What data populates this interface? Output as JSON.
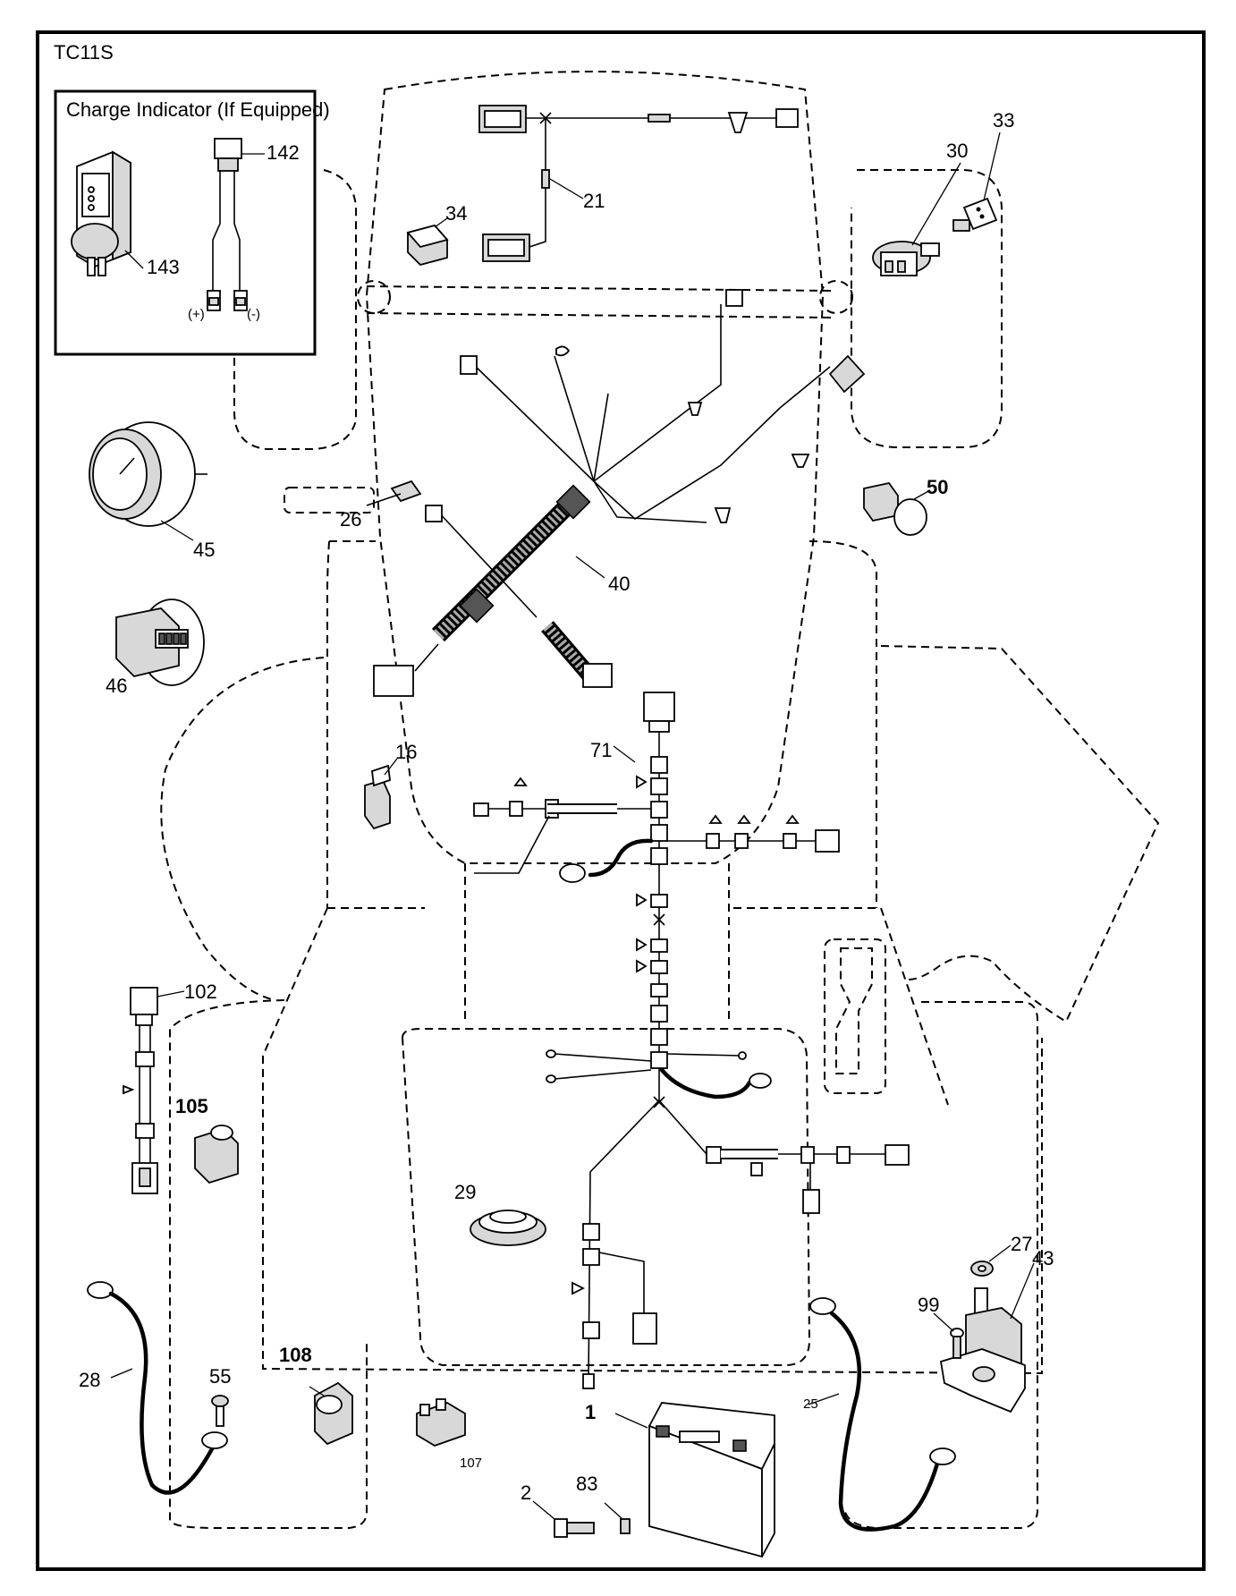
{
  "model_code": "TC11S",
  "inset": {
    "title": "Charge Indicator (If Equipped)",
    "polarity_plus": "(+)",
    "polarity_minus": "(-)"
  },
  "callouts": {
    "c142": "142",
    "c143": "143",
    "c21": "21",
    "c34": "34",
    "c30": "30",
    "c33": "33",
    "c26": "26",
    "c40": "40",
    "c45": "45",
    "c46": "46",
    "c50": "50",
    "c16": "16",
    "c71": "71",
    "c102": "102",
    "c105": "105",
    "c29": "29",
    "c27": "27",
    "c43": "43",
    "c99": "99",
    "c28": "28",
    "c55": "55",
    "c108": "108",
    "c107": "107",
    "c1": "1",
    "c25": "25",
    "c2": "2",
    "c83": "83"
  }
}
